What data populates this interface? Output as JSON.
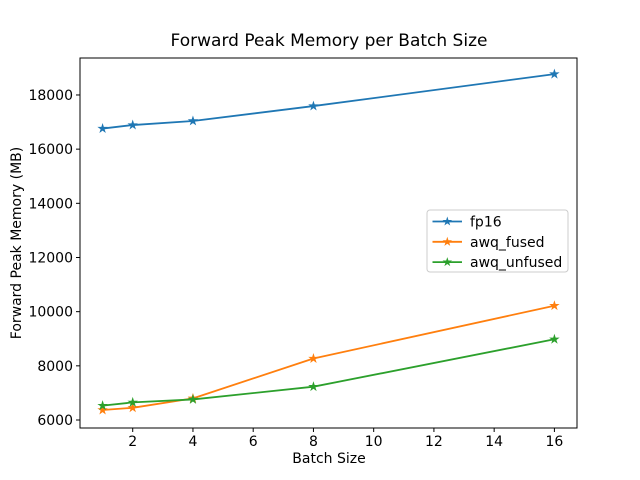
{
  "chart_data": {
    "type": "line",
    "title": "Forward Peak Memory per Batch Size",
    "xlabel": "Batch Size",
    "ylabel": "Forward Peak Memory (MB)",
    "x": [
      1,
      2,
      4,
      8,
      16
    ],
    "series": [
      {
        "name": "fp16",
        "color": "#1f77b4",
        "marker": "star",
        "values": [
          16760,
          16890,
          17040,
          17590,
          18770
        ]
      },
      {
        "name": "awq_fused",
        "color": "#ff7f0e",
        "marker": "star",
        "values": [
          6370,
          6450,
          6800,
          8270,
          10220
        ]
      },
      {
        "name": "awq_unfused",
        "color": "#2ca02c",
        "marker": "star",
        "values": [
          6530,
          6650,
          6760,
          7230,
          8980
        ]
      }
    ],
    "x_ticks": [
      2,
      4,
      6,
      8,
      10,
      12,
      14,
      16
    ],
    "y_ticks": [
      6000,
      8000,
      10000,
      12000,
      14000,
      16000,
      18000
    ],
    "xlim": [
      0.25,
      16.75
    ],
    "ylim": [
      5705,
      19365
    ],
    "grid": false,
    "legend": {
      "position": "center-right",
      "entries": [
        "fp16",
        "awq_fused",
        "awq_unfused"
      ]
    },
    "colors": {
      "background": "#ffffff",
      "axis": "#000000",
      "legend_border": "#cccccc"
    }
  }
}
